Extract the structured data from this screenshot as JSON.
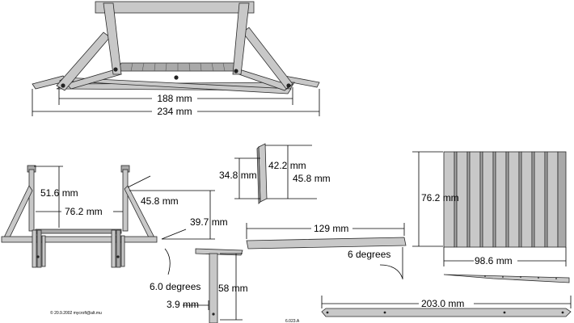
{
  "front_view": {
    "dim_inner": "188 mm",
    "dim_outer": "234 mm"
  },
  "side_view": {
    "dim_height": "51.6 mm",
    "dim_width": "76.2 mm",
    "dim_leg_height": "45.8 mm",
    "dim_offset": "39.7 mm"
  },
  "angle_part": {
    "dim_a": "34.8 mm",
    "dim_b": "42.2 mm",
    "dim_c": "45.8 mm"
  },
  "slats": {
    "dim_height": "76.2 mm",
    "dim_width": "98.6 mm"
  },
  "rail": {
    "dim_length": "129 mm",
    "angle": "6 degrees"
  },
  "post": {
    "angle": "6.0 degrees",
    "dim_height": "58 mm",
    "dim_thickness": "3.9 mm"
  },
  "long_rail": {
    "dim_length": "203.0 mm"
  },
  "footer": {
    "copyright": "© 20.9.2002 mycroft@alt.mu",
    "drawing_id": "6.023.A"
  }
}
